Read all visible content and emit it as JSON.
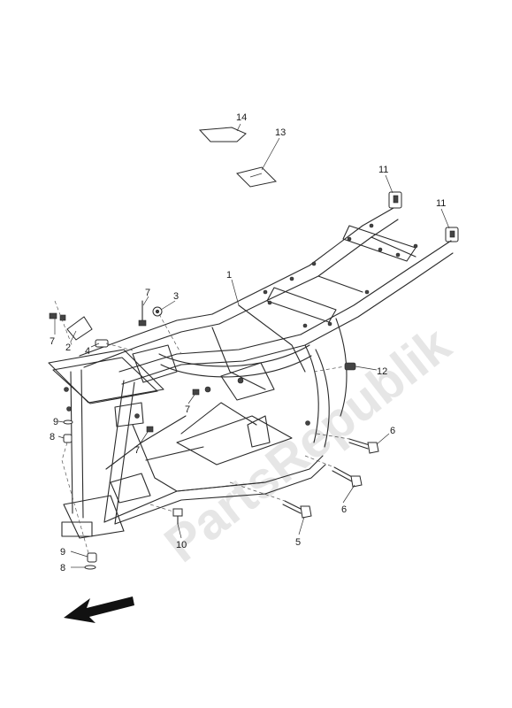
{
  "watermark": "PartsRepublik",
  "parts": [
    {
      "id": "1",
      "label": "1"
    },
    {
      "id": "2",
      "label": "2"
    },
    {
      "id": "3",
      "label": "3"
    },
    {
      "id": "4",
      "label": "4"
    },
    {
      "id": "5",
      "label": "5"
    },
    {
      "id": "6a",
      "label": "6"
    },
    {
      "id": "6b",
      "label": "6"
    },
    {
      "id": "7a",
      "label": "7"
    },
    {
      "id": "7b",
      "label": "7"
    },
    {
      "id": "7c",
      "label": "7"
    },
    {
      "id": "7d",
      "label": "7"
    },
    {
      "id": "8a",
      "label": "8"
    },
    {
      "id": "8b",
      "label": "8"
    },
    {
      "id": "9a",
      "label": "9"
    },
    {
      "id": "9b",
      "label": "9"
    },
    {
      "id": "10",
      "label": "10"
    },
    {
      "id": "11a",
      "label": "11"
    },
    {
      "id": "11b",
      "label": "11"
    },
    {
      "id": "12",
      "label": "12"
    },
    {
      "id": "13",
      "label": "13"
    },
    {
      "id": "14",
      "label": "14"
    }
  ],
  "icons": {
    "direction_arrow": "front-direction-arrow-icon"
  }
}
